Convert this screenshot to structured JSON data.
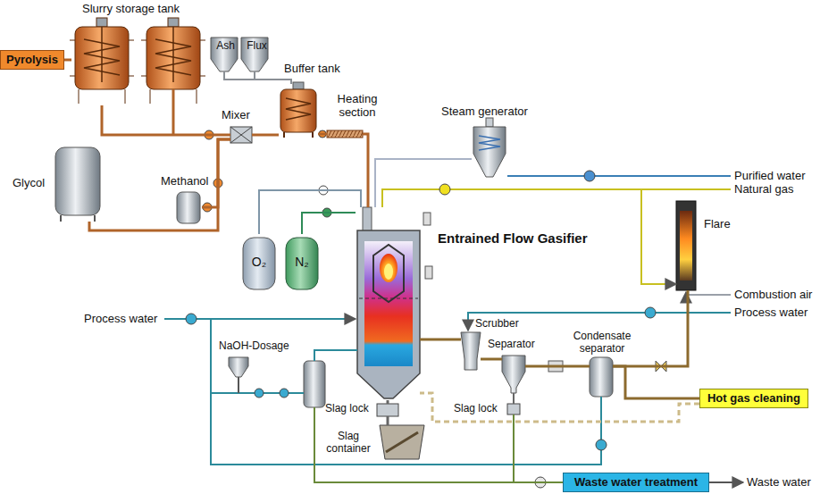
{
  "diagram": {
    "nodes": [
      {
        "text": [
          "Pyrolysis"
        ]
      },
      {
        "text": [
          "Slurry storage tank"
        ]
      },
      {
        "text": [
          "Glycol"
        ]
      },
      {
        "text": [
          "Methanol"
        ]
      },
      {
        "text": [
          "Mixer"
        ]
      },
      {
        "text": [
          "Ash"
        ]
      },
      {
        "text": [
          "Flux"
        ]
      },
      {
        "text": [
          "Buffer tank"
        ]
      },
      {
        "text": [
          "Heating section"
        ]
      },
      {
        "text": [
          "Steam generator"
        ]
      },
      {
        "text": [
          "O₂"
        ]
      },
      {
        "text": [
          "N₂"
        ]
      },
      {
        "text": [
          "Entrained Flow Gasifier"
        ]
      },
      {
        "text": [
          "Flare"
        ]
      },
      {
        "text": [
          "Scrubber"
        ]
      },
      {
        "text": [
          "Separator"
        ]
      },
      {
        "text": [
          "Condensate separator"
        ]
      },
      {
        "text": [
          "NaOH-Dosage"
        ]
      },
      {
        "text": [
          "Slag lock"
        ]
      },
      {
        "text": [
          "Slag container"
        ]
      },
      {
        "text": [
          "Slag lock"
        ]
      },
      {
        "text": [
          "Hot gas cleaning"
        ]
      },
      {
        "text": [
          "Waste water treatment"
        ]
      }
    ],
    "edges": [
      {
        "from": 0,
        "to": 1,
        "arrow": "none"
      },
      {
        "from": 1,
        "to": 4,
        "arrow": "none"
      },
      {
        "from": 2,
        "to": 4,
        "arrow": "none"
      },
      {
        "from": 3,
        "to": 4,
        "arrow": "none"
      },
      {
        "from": 5,
        "to": 7,
        "arrow": "none"
      },
      {
        "from": 6,
        "to": 7,
        "arrow": "none"
      },
      {
        "from": 4,
        "to": 7,
        "arrow": "none"
      },
      {
        "from": 7,
        "to": 8,
        "arrow": "none"
      },
      {
        "from": 8,
        "to": 12,
        "arrow": "none"
      },
      {
        "from": 10,
        "to": 12,
        "arrow": "none"
      },
      {
        "from": 11,
        "to": 12,
        "arrow": "none"
      },
      {
        "from": 9,
        "to": 12,
        "arrow": "none"
      },
      {
        "from": 12,
        "to": 14,
        "arrow": "none"
      },
      {
        "from": 14,
        "to": 15,
        "arrow": "none"
      },
      {
        "from": 15,
        "to": 16,
        "arrow": "none"
      },
      {
        "from": 16,
        "to": 21,
        "arrow": "none"
      },
      {
        "from": 16,
        "to": 13,
        "arrow": "none"
      },
      {
        "from": 12,
        "to": 18,
        "arrow": "none"
      },
      {
        "from": 18,
        "to": 19,
        "arrow": "none"
      },
      {
        "from": 15,
        "to": 20,
        "arrow": "none"
      },
      {
        "from": 20,
        "to": 22,
        "arrow": "none"
      },
      {
        "from": 21,
        "to": 12,
        "arrow": "none"
      }
    ],
    "labels": [
      "Purified water",
      "Natural gas",
      "Combustion air",
      "Process water",
      "Process water",
      "Waste water"
    ]
  }
}
